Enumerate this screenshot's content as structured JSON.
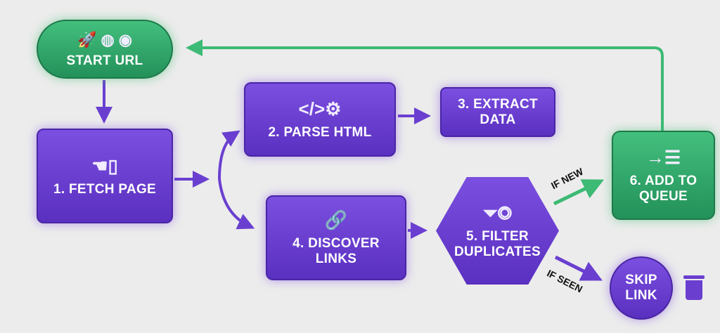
{
  "nodes": {
    "start": {
      "label": "START URL"
    },
    "fetch": {
      "label": "1. FETCH PAGE"
    },
    "parse": {
      "label": "2. PARSE HTML"
    },
    "extract": {
      "label": "3. EXTRACT DATA"
    },
    "discover": {
      "label": "4. DISCOVER LINKS"
    },
    "filter": {
      "label": "5. FILTER DUPLICATES"
    },
    "queue": {
      "label": "6. ADD TO QUEUE"
    },
    "skip": {
      "label": "SKIP LINK"
    }
  },
  "conditions": {
    "new": "IF NEW",
    "seen": "IF SEEN"
  },
  "colors": {
    "purple": "#6a3fd0",
    "green": "#2e9e63",
    "background": "#ececec"
  }
}
